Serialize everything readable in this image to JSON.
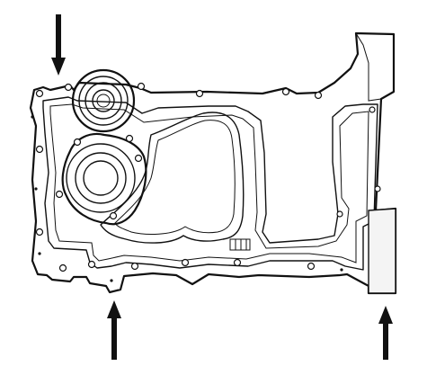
{
  "diagram": {
    "subject_icon": "oil-pan-gasket-outline-icon",
    "arrow_icon": "arrow-icon",
    "arrows": [
      {
        "id": "top-left",
        "direction": "down"
      },
      {
        "id": "bottom-center",
        "direction": "up"
      },
      {
        "id": "bottom-right",
        "direction": "up"
      }
    ],
    "colors": {
      "line": "#111111",
      "background": "#ffffff"
    }
  }
}
